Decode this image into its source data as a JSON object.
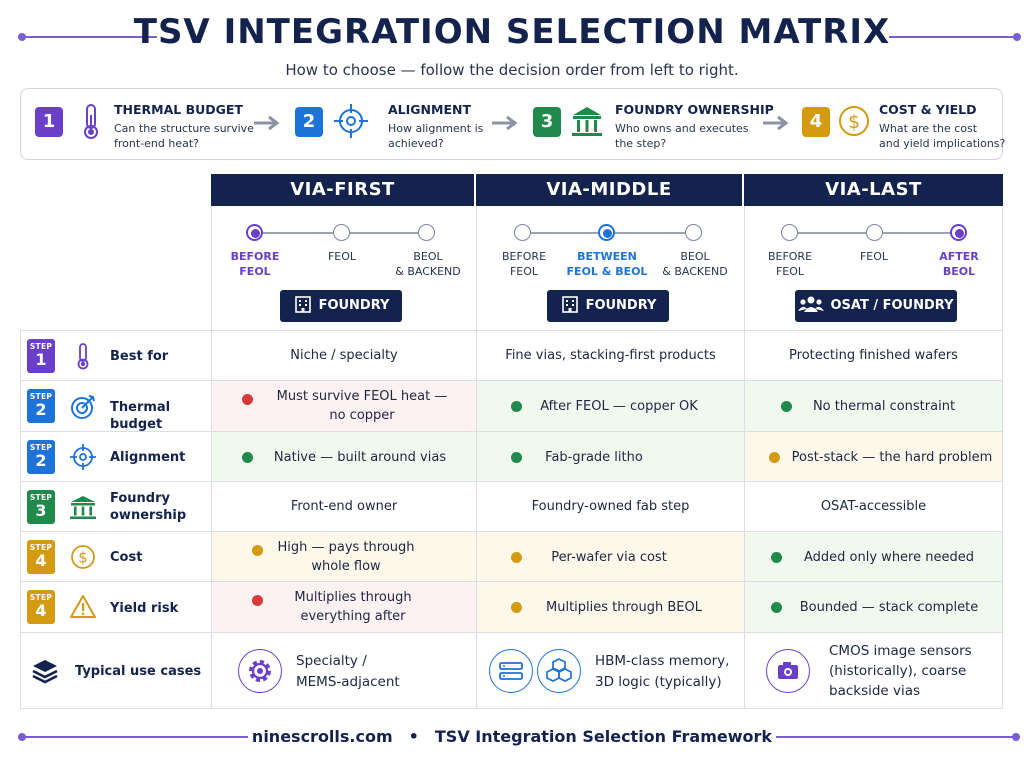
{
  "title": "TSV INTEGRATION SELECTION MATRIX",
  "subtitle": "How to choose — follow the decision order from left to right.",
  "colors": {
    "navy": "#14234e",
    "purple": "#6a3fc9",
    "blue": "#1e73d8",
    "green": "#1f8a4c",
    "amber": "#d49a12",
    "red": "#d63a3a"
  },
  "decision_steps": [
    {
      "num": "1",
      "title": "THERMAL BUDGET",
      "desc1": "Can the structure survive",
      "desc2": "front-end heat?",
      "icon": "thermometer-icon"
    },
    {
      "num": "2",
      "title": "ALIGNMENT",
      "desc1": "How alignment is",
      "desc2": "achieved?",
      "icon": "crosshair-icon"
    },
    {
      "num": "3",
      "title": "FOUNDRY OWNERSHIP",
      "desc1": "Who owns and executes",
      "desc2": "the step?",
      "icon": "building-icon"
    },
    {
      "num": "4",
      "title": "COST & YIELD",
      "desc1": "What are the cost",
      "desc2": "and yield implications?",
      "icon": "dollar-icon"
    }
  ],
  "columns": [
    {
      "name": "VIA-FIRST",
      "owner": "FOUNDRY",
      "nodes": [
        {
          "l1": "BEFORE",
          "l2": "FEOL",
          "active": true
        },
        {
          "l1": "FEOL",
          "l2": "",
          "active": false
        },
        {
          "l1": "BEOL",
          "l2": "& BACKEND",
          "active": false
        }
      ]
    },
    {
      "name": "VIA-MIDDLE",
      "owner": "FOUNDRY",
      "nodes": [
        {
          "l1": "BEFORE",
          "l2": "FEOL",
          "active": false
        },
        {
          "l1": "BETWEEN",
          "l2": "FEOL & BEOL",
          "active": true
        },
        {
          "l1": "BEOL",
          "l2": "& BACKEND",
          "active": false
        }
      ]
    },
    {
      "name": "VIA-LAST",
      "owner": "OSAT / FOUNDRY",
      "nodes": [
        {
          "l1": "BEFORE",
          "l2": "FEOL",
          "active": false
        },
        {
          "l1": "FEOL",
          "l2": "",
          "active": false
        },
        {
          "l1": "AFTER",
          "l2": "BEOL",
          "active": true
        }
      ]
    }
  ],
  "rows": [
    {
      "step": "1",
      "step_word": "STEP",
      "label1": "Best for",
      "label2": "",
      "icon": "thermometer-icon",
      "cells": [
        {
          "l1": "Niche / specialty",
          "l2": "",
          "status": "none"
        },
        {
          "l1": "Fine vias, stacking-first products",
          "l2": "",
          "status": "none"
        },
        {
          "l1": "Protecting finished wafers",
          "l2": "",
          "status": "none"
        }
      ]
    },
    {
      "step": "2",
      "step_word": "STEP",
      "label1": "Thermal budget",
      "label2": "",
      "icon": "target-icon",
      "cells": [
        {
          "l1": "Must survive FEOL heat —",
          "l2": "no copper",
          "status": "red"
        },
        {
          "l1": "After FEOL — copper OK",
          "l2": "",
          "status": "green"
        },
        {
          "l1": "No thermal constraint",
          "l2": "",
          "status": "green"
        }
      ]
    },
    {
      "step": "2",
      "step_word": "STEP",
      "label1": "Alignment",
      "label2": "",
      "icon": "crosshair-icon",
      "cells": [
        {
          "l1": "Native — built around vias",
          "l2": "",
          "status": "green"
        },
        {
          "l1": "Fab-grade litho",
          "l2": "",
          "status": "green"
        },
        {
          "l1": "Post-stack — the hard problem",
          "l2": "",
          "status": "amber"
        }
      ]
    },
    {
      "step": "3",
      "step_word": "STEP",
      "label1": "Foundry",
      "label2": "ownership",
      "icon": "building-icon",
      "cells": [
        {
          "l1": "Front-end owner",
          "l2": "",
          "status": "none"
        },
        {
          "l1": "Foundry-owned fab step",
          "l2": "",
          "status": "none"
        },
        {
          "l1": "OSAT-accessible",
          "l2": "",
          "status": "none"
        }
      ]
    },
    {
      "step": "4",
      "step_word": "STEP",
      "label1": "Cost",
      "label2": "",
      "icon": "dollar-icon",
      "cells": [
        {
          "l1": "High — pays through",
          "l2": "whole flow",
          "status": "amber"
        },
        {
          "l1": "Per-wafer via cost",
          "l2": "",
          "status": "amber"
        },
        {
          "l1": "Added only where needed",
          "l2": "",
          "status": "green"
        }
      ]
    },
    {
      "step": "4",
      "step_word": "STEP",
      "label1": "Yield risk",
      "label2": "",
      "icon": "warning-icon",
      "cells": [
        {
          "l1": "Multiplies through",
          "l2": "everything after",
          "status": "red"
        },
        {
          "l1": "Multiplies through BEOL",
          "l2": "",
          "status": "amber"
        },
        {
          "l1": "Bounded — stack complete",
          "l2": "",
          "status": "green"
        }
      ]
    }
  ],
  "use_cases": {
    "label": "Typical use cases",
    "icon": "layers-icon",
    "cells": [
      {
        "l1": "Specialty /",
        "l2": "MEMS-adjacent",
        "l3": "",
        "icons": [
          "gear-icon"
        ]
      },
      {
        "l1": "HBM-class memory,",
        "l2": "3D logic (typically)",
        "l3": "",
        "icons": [
          "memory-icon",
          "cubes-icon"
        ]
      },
      {
        "l1": "CMOS image sensors",
        "l2": "(historically), coarse",
        "l3": "backside vias",
        "icons": [
          "camera-icon"
        ]
      }
    ]
  },
  "footer": {
    "site": "ninescrolls.com",
    "sep": "•",
    "name": "TSV Integration Selection Framework"
  }
}
